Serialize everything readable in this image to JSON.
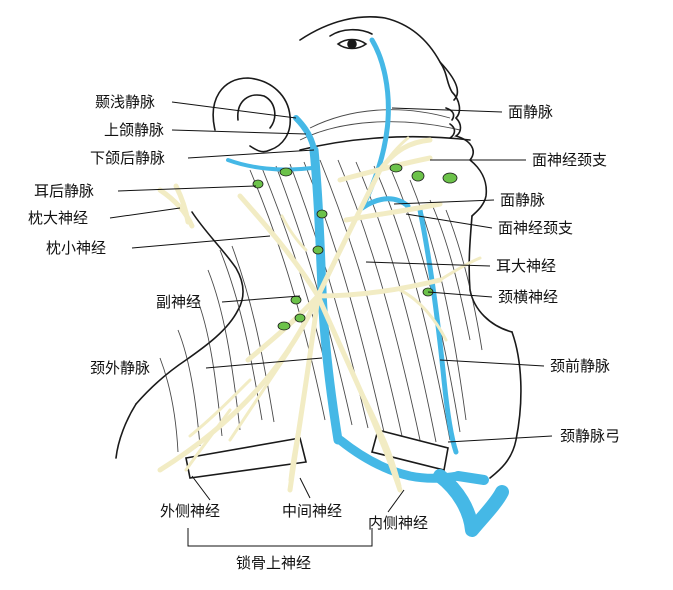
{
  "colors": {
    "vein": "#45b8e6",
    "nerve": "#f2ecc4",
    "node": "#6cc24a",
    "outline": "#1a1a1a",
    "muscle": "#2a2a2a"
  },
  "labels_left": [
    "颞浅静脉",
    "上颌静脉",
    "下颌后静脉",
    "耳后静脉",
    "枕大神经",
    "枕小神经",
    "副神经",
    "颈外静脉"
  ],
  "labels_right": [
    "面静脉",
    "面神经颈支",
    "面静脉",
    "面神经颈支",
    "耳大神经",
    "颈横神经",
    "颈前静脉",
    "颈静脉弓"
  ],
  "labels_bottom": [
    "外侧神经",
    "中间神经",
    "内侧神经"
  ],
  "group_label": "锁骨上神经"
}
